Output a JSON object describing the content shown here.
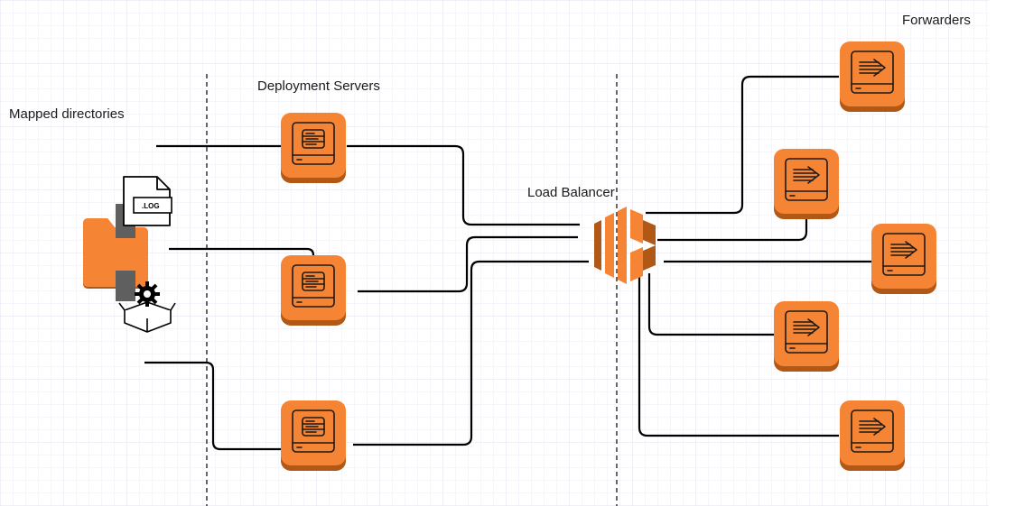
{
  "labels": {
    "mapped_directories": "Mapped directories",
    "deployment_servers": "Deployment Servers",
    "load_balancer": "Load Balancer",
    "forwarders": "Forwarders"
  },
  "icons": {
    "log_file": "log-file-icon",
    "log_file_text": ".LOG",
    "folder": "folder-icon",
    "package_gear": "package-gear-icon",
    "deployment_server": "deployment-server-icon",
    "load_balancer": "load-balancer-icon",
    "forwarder": "forwarder-icon"
  },
  "colors": {
    "tile_orange": "#f58534",
    "tile_shadow": "#b25816",
    "line": "#000000",
    "grid": "#e7e7f3",
    "background": "#ffffff"
  }
}
